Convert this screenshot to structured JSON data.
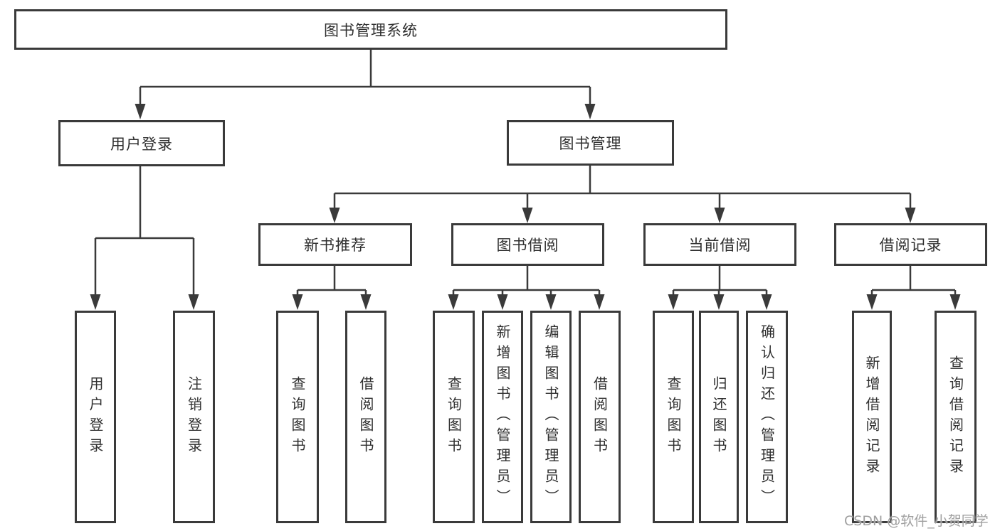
{
  "tree": {
    "label": "图书管理系统",
    "children": [
      {
        "label": "用户登录",
        "children": [
          {
            "label": "用户登录"
          },
          {
            "label": "注销登录"
          }
        ]
      },
      {
        "label": "图书管理",
        "children": [
          {
            "label": "新书推荐",
            "children": [
              {
                "label": "查询图书"
              },
              {
                "label": "借阅图书"
              }
            ]
          },
          {
            "label": "图书借阅",
            "children": [
              {
                "label": "查询图书"
              },
              {
                "label": "新增图书（管理员）"
              },
              {
                "label": "编辑图书（管理员）"
              },
              {
                "label": "借阅图书"
              }
            ]
          },
          {
            "label": "当前借阅",
            "children": [
              {
                "label": "查询图书"
              },
              {
                "label": "归还图书"
              },
              {
                "label": "确认归还（管理员）"
              }
            ]
          },
          {
            "label": "借阅记录",
            "children": [
              {
                "label": "新增借阅记录"
              },
              {
                "label": "查询借阅记录"
              }
            ]
          }
        ]
      }
    ]
  },
  "watermark": {
    "text": "CSDN @软件_小贺同学"
  },
  "colors": {
    "line": "#3a3a3a",
    "text": "#2f2f2f",
    "box_background": "#ffffff"
  }
}
